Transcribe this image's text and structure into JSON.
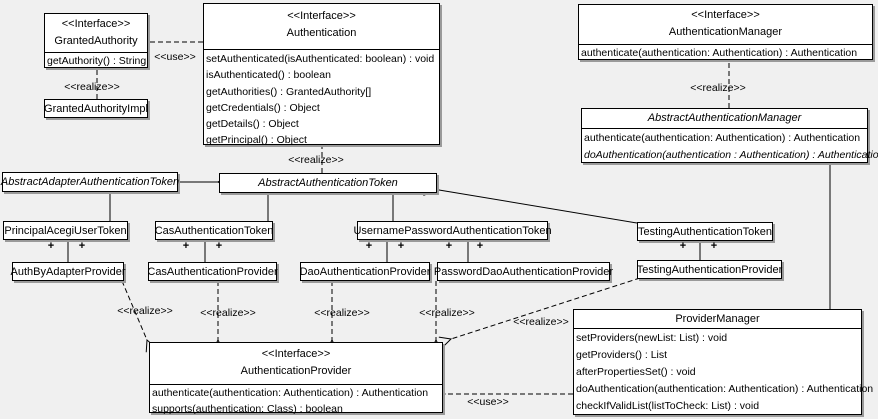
{
  "diagram": {
    "colors": {
      "background": "#f0f0f0",
      "box_fill": "#ffffff",
      "line": "#000000",
      "shadow": "#9a9a9a"
    },
    "labels": {
      "use": "<<use>>",
      "realize": "<<realize>>",
      "plus": "+"
    },
    "classes": {
      "granted_authority": {
        "stereotype": "<<Interface>>",
        "name": "GrantedAuthority",
        "methods": [
          "getAuthority() : String"
        ]
      },
      "granted_authority_impl": {
        "name": "GrantedAuthorityImpl"
      },
      "authentication": {
        "stereotype": "<<Interface>>",
        "name": "Authentication",
        "methods": [
          "setAuthenticated(isAuthenticated: boolean) : void",
          "isAuthenticated() : boolean",
          "getAuthorities() : GrantedAuthority[]",
          "getCredentials() : Object",
          "getDetails() : Object",
          "getPrincipal() : Object"
        ]
      },
      "authentication_manager": {
        "stereotype": "<<Interface>>",
        "name": "AuthenticationManager",
        "methods": [
          "authenticate(authentication: Authentication) : Authentication"
        ]
      },
      "abstract_authentication_manager": {
        "name": "AbstractAuthenticationManager",
        "methods": [
          "authenticate(authentication: Authentication) : Authentication",
          "doAuthentication(authentication : Authentication) : Authentication"
        ]
      },
      "abstract_adapter_authentication_token": {
        "name": "AbstractAdapterAuthenticationToken"
      },
      "abstract_authentication_token": {
        "name": "AbstractAuthenticationToken"
      },
      "principal_acegi_user_token": {
        "name": "PrincipalAcegiUserToken"
      },
      "cas_authentication_token": {
        "name": "CasAuthenticationToken"
      },
      "username_password_authentication_token": {
        "name": "UsernamePasswordAuthenticationToken"
      },
      "testing_authentication_token": {
        "name": "TestingAuthenticationToken"
      },
      "auth_by_adapter_provider": {
        "name": "AuthByAdapterProvider"
      },
      "cas_authentication_provider": {
        "name": "CasAuthenticationProvider"
      },
      "dao_authentication_provider": {
        "name": "DaoAuthenticationProvider"
      },
      "password_dao_authentication_provider": {
        "name": "PasswordDaoAuthenticationProvider"
      },
      "testing_authentication_provider": {
        "name": "TestingAuthenticationProvider"
      },
      "authentication_provider": {
        "stereotype": "<<Interface>>",
        "name": "AuthenticationProvider",
        "methods": [
          "authenticate(authentication: Authentication) : Authentication",
          "supports(authentication: Class) : boolean"
        ]
      },
      "provider_manager": {
        "name": "ProviderManager",
        "methods": [
          "setProviders(newList: List) : void",
          "getProviders() : List",
          "afterPropertiesSet() : void",
          "doAuthentication(authentication: Authentication) : Authentication",
          "checkIfValidList(listToCheck: List) : void"
        ]
      }
    }
  }
}
